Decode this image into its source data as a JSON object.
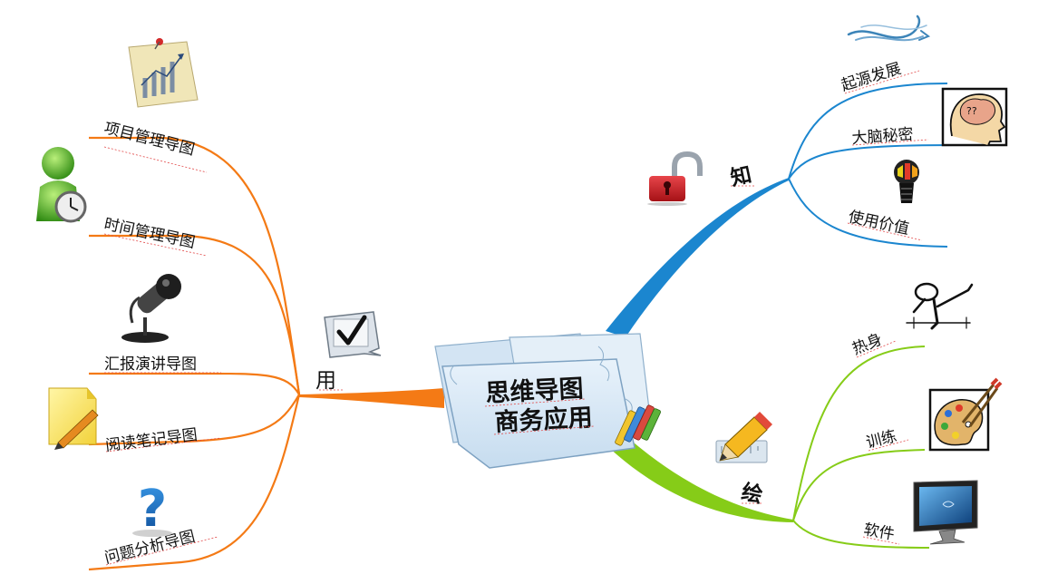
{
  "center": {
    "line1": "思维导图",
    "line2": "商务应用"
  },
  "branches": {
    "use": {
      "label": "用",
      "color": "#f47a15",
      "items": [
        "项目管理导图",
        "时间管理导图",
        "汇报演讲导图",
        "阅读笔记导图",
        "问题分析导图"
      ]
    },
    "know": {
      "label": "知",
      "color": "#1b86cf",
      "items": [
        "起源发展",
        "大脑秘密",
        "使用价值"
      ]
    },
    "draw": {
      "label": "绘",
      "color": "#86cc18",
      "items": [
        "热身",
        "训练",
        "软件"
      ]
    }
  },
  "icons": {
    "center": "paper-stack-icon",
    "crayons": "crayons-icon",
    "use": "checkmark-card-icon",
    "know": "unlocked-padlock-icon",
    "draw": "pencil-ruler-icon",
    "use_items": [
      "sticky-note-chart-icon",
      "user-clock-icon",
      "microphone-icon",
      "notepad-pencil-icon",
      "question-mark-icon"
    ],
    "know_items": [
      "swirl-arrows-icon",
      "brain-head-icon",
      "lightbulb-icon"
    ],
    "draw_items": [
      "stick-figure-icon",
      "paint-palette-icon",
      "monitor-icon"
    ]
  }
}
